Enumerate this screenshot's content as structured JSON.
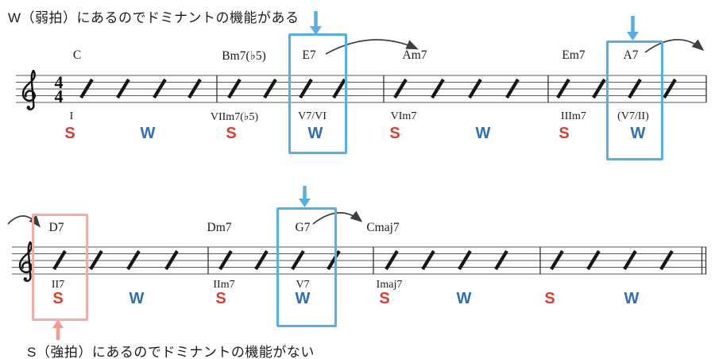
{
  "annotations": {
    "top": "W（弱拍）にあるのでドミナントの機能がある",
    "bottom": "S（強拍）にあるのでドミナントの機能がない"
  },
  "time_signature": {
    "numerator": "4",
    "denominator": "4"
  },
  "colors": {
    "highlight_blue": "#57AFE8",
    "highlight_pink": "#F3ACA6",
    "pink_arrow": "#EE9C94",
    "strong_beat_red": "#DC3C2C",
    "weak_beat_blue": "#2F6FB6",
    "ink": "#161616"
  },
  "system1": {
    "chords": [
      "C",
      "Bm7(♭5)",
      "E7",
      "Am7",
      "Em7",
      "A7"
    ],
    "numerals": [
      "I",
      "VIIm7(♭5)",
      "V7/VI",
      "VIm7",
      "IIIm7",
      "(V7/II)"
    ],
    "beats": [
      "S",
      "W",
      "S",
      "W",
      "S",
      "W",
      "S",
      "W"
    ]
  },
  "system2": {
    "chords": [
      "D7",
      "Dm7",
      "G7",
      "Cmaj7"
    ],
    "numerals": [
      "II7",
      "IIm7",
      "V7",
      "Imaj7"
    ],
    "beats": [
      "S",
      "W",
      "S",
      "W",
      "S",
      "W",
      "S",
      "W"
    ]
  },
  "highlights": {
    "blue_boxed_chords": [
      "E7",
      "A7",
      "G7"
    ],
    "pink_boxed_chords": [
      "D7"
    ]
  }
}
